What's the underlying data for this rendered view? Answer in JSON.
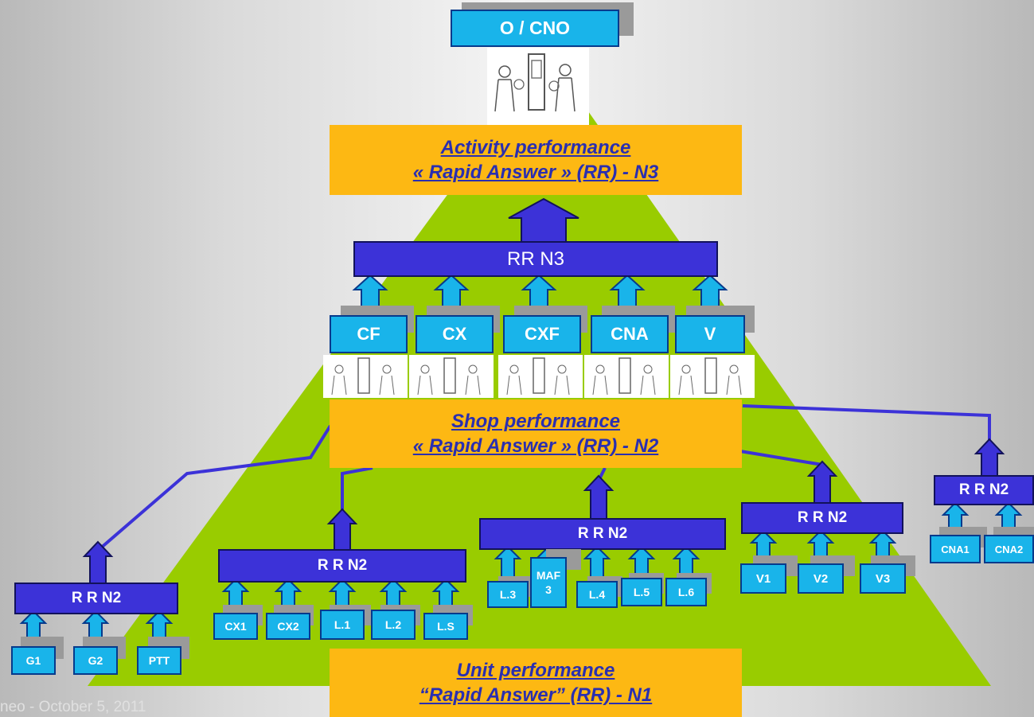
{
  "top_box": "O / CNO",
  "level3": {
    "line1": "Activity performance",
    "line2": "« Rapid Answer » (RR) - N3"
  },
  "level2": {
    "line1": "Shop performance",
    "line2": "« Rapid Answer » (RR) -  N2"
  },
  "level1": {
    "line1": "Unit performance",
    "line2": "“Rapid Answer” (RR) - N1"
  },
  "rr_n3": "RR N3",
  "shops": [
    "CF",
    "CX",
    "CXF",
    "CNA",
    "V"
  ],
  "rrn2_label": "R R N2",
  "groups": {
    "g": [
      "G1",
      "G2",
      "PTT"
    ],
    "cx": [
      "CX1",
      "CX2",
      "L.1",
      "L.2",
      "L.S"
    ],
    "l": [
      "L.3",
      "MAF 3",
      "L.4",
      "L.5",
      "L.6"
    ],
    "v": [
      "V1",
      "V2",
      "V3"
    ],
    "cna": [
      "CNA1",
      "CNA2"
    ]
  },
  "footer": "neo - October 5, 2011",
  "colors": {
    "cyan": "#19b4ea",
    "bar": "#3c32d8",
    "orange": "#fdb813",
    "green": "#99cc00",
    "link_text": "#2a2fb0"
  },
  "icons": [
    "people-around-chart-illustration",
    "up-arrow-icon"
  ]
}
